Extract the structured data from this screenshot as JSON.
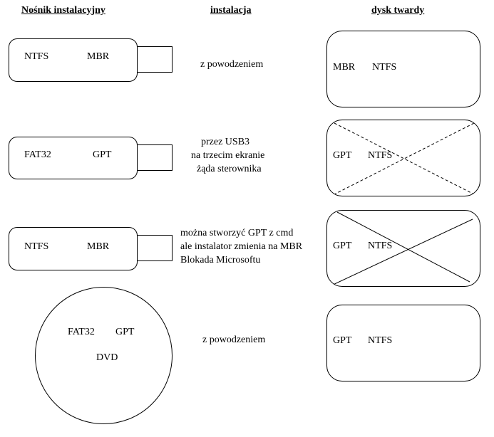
{
  "headers": {
    "medium": "Nośnik instalacyjny",
    "install": "instalacja",
    "disk": "dysk twardy"
  },
  "rows": [
    {
      "medium": {
        "fs": "NTFS",
        "pt": "MBR"
      },
      "install": [
        "z powodzeniem"
      ],
      "disk": {
        "pt": "MBR",
        "fs": "NTFS",
        "crossed": false
      }
    },
    {
      "medium": {
        "fs": "FAT32",
        "pt": "GPT"
      },
      "install": [
        "przez USB3",
        "na trzecim ekranie",
        "żąda sterownika"
      ],
      "disk": {
        "pt": "GPT",
        "fs": "NTFS",
        "crossed": true,
        "cross_style": "dashed"
      }
    },
    {
      "medium": {
        "fs": "NTFS",
        "pt": "MBR"
      },
      "install": [
        "można stworzyć GPT z cmd",
        "ale instalator zmienia na MBR",
        "Blokada Microsoftu"
      ],
      "disk": {
        "pt": "GPT",
        "fs": "NTFS",
        "crossed": true,
        "cross_style": "solid"
      }
    },
    {
      "medium": {
        "fs": "FAT32",
        "pt": "GPT",
        "type": "DVD"
      },
      "install": [
        "z powodzeniem"
      ],
      "disk": {
        "pt": "GPT",
        "fs": "NTFS",
        "crossed": false
      }
    }
  ]
}
